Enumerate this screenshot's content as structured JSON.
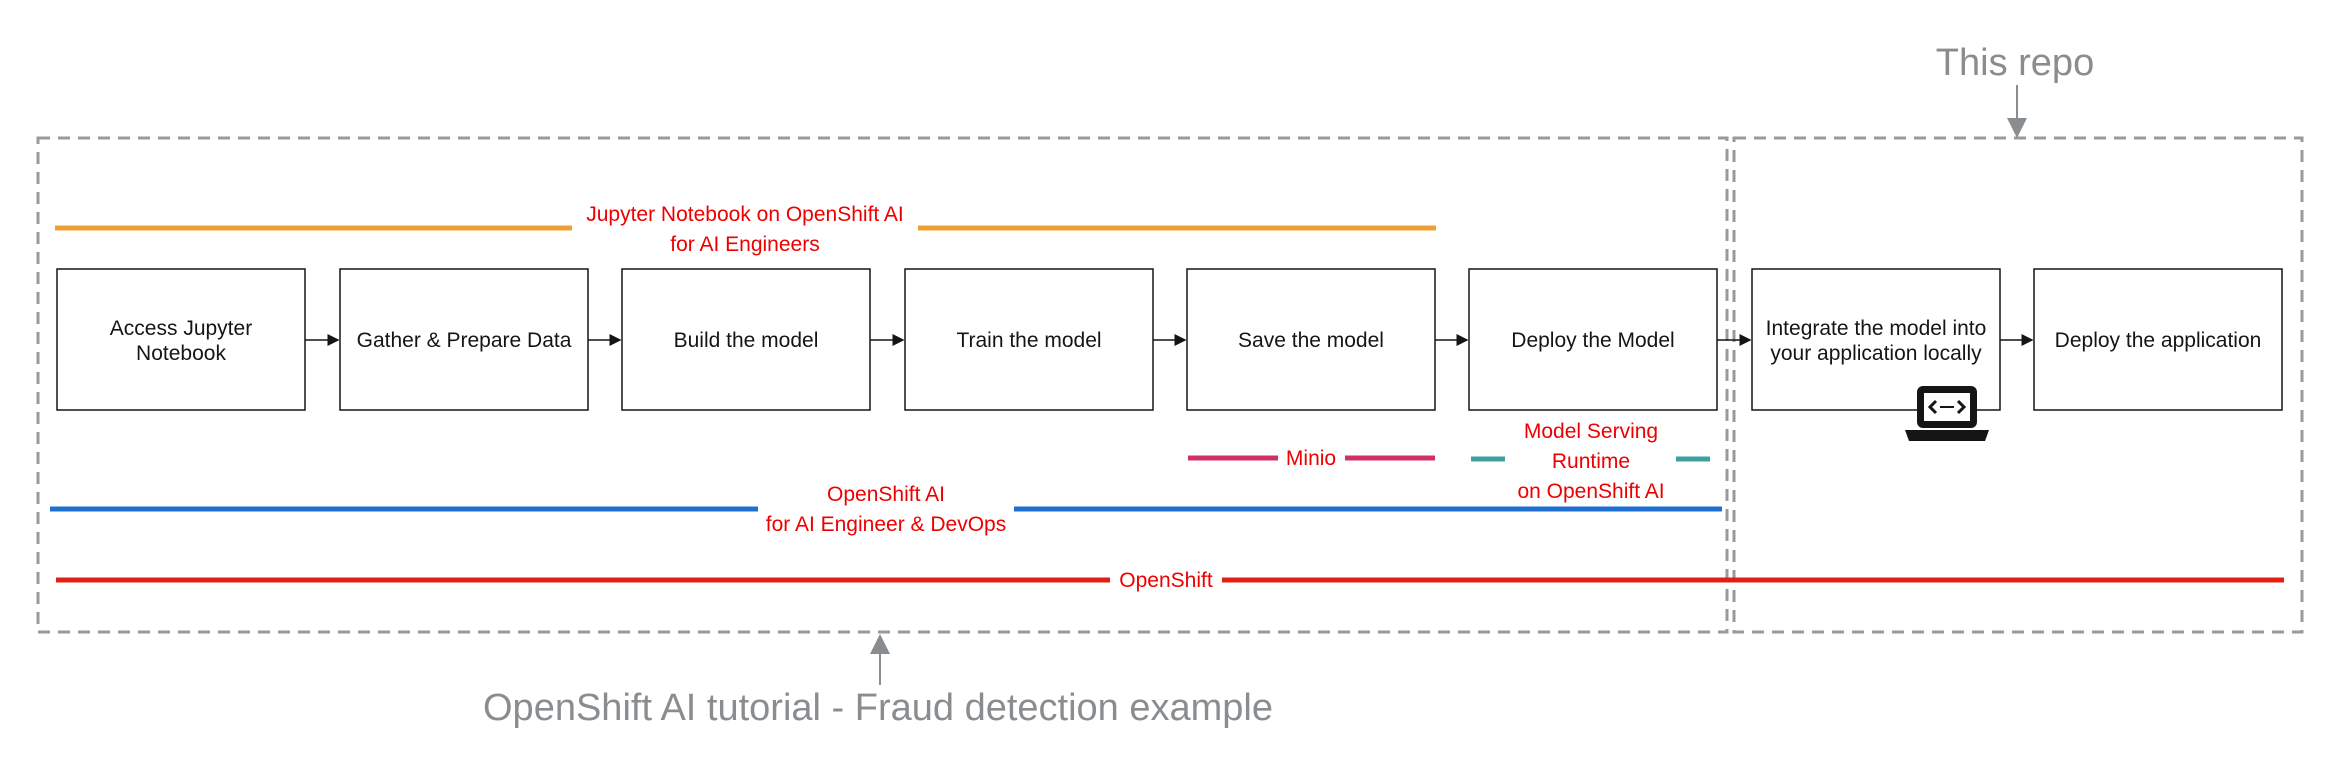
{
  "steps": [
    {
      "lines": [
        "Access Jupyter",
        "Notebook"
      ]
    },
    {
      "lines": [
        "Gather & Prepare Data"
      ]
    },
    {
      "lines": [
        "Build the model"
      ]
    },
    {
      "lines": [
        "Train the model"
      ]
    },
    {
      "lines": [
        "Save the model"
      ]
    },
    {
      "lines": [
        "Deploy the Model"
      ]
    },
    {
      "lines": [
        "Integrate the model into",
        "your application locally"
      ]
    },
    {
      "lines": [
        "Deploy the application"
      ]
    }
  ],
  "labels": {
    "jupyter": [
      "Jupyter Notebook on OpenShift AI",
      "for AI Engineers"
    ],
    "minio": "Minio",
    "model_serving": [
      "Model Serving",
      "Runtime",
      "on OpenShift AI"
    ],
    "openshift_ai": [
      "OpenShift AI",
      "for AI Engineer & DevOps"
    ],
    "openshift": "OpenShift",
    "this_repo": "This repo",
    "tutorial": "OpenShift AI tutorial - Fraud detection example"
  },
  "icons": {
    "laptop": "laptop-code-icon"
  },
  "colors": {
    "jupyter_line": "#f0a030",
    "minio_line": "#d0306a",
    "model_serving_line": "#40a0a0",
    "openshift_ai_line": "#1f6fd0",
    "openshift_line": "#e02010",
    "label_red": "#ee0000",
    "grey": "#8a8d90",
    "dashed_border": "#9a9a9a"
  }
}
